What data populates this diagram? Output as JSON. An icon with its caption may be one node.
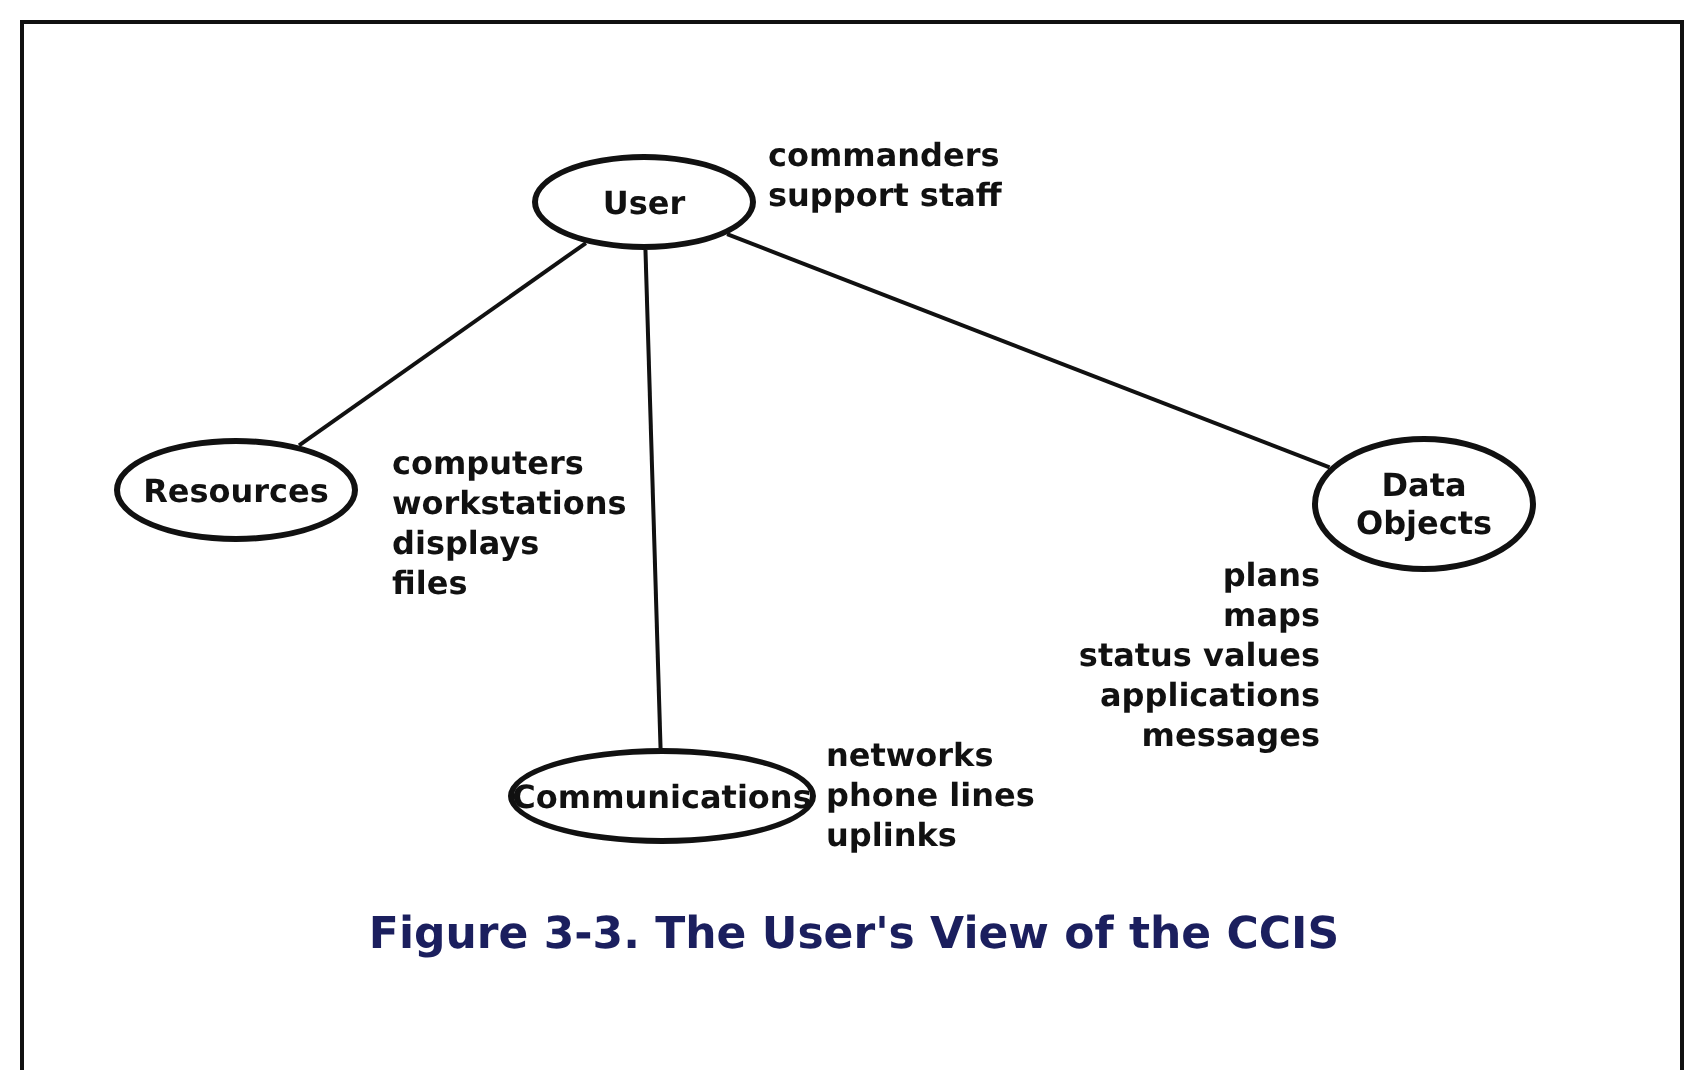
{
  "diagram": {
    "caption": "Figure 3-3. The User's View of the CCIS",
    "nodes": [
      {
        "text": [
          "User"
        ],
        "beside": [
          "commanders",
          "support staff"
        ]
      },
      {
        "text": [
          "Resources"
        ],
        "beside": [
          "computers",
          "workstations",
          "displays",
          "files"
        ]
      },
      {
        "text": [
          "Data Objects"
        ],
        "beside": [
          "plans",
          "maps",
          "status values",
          "applications",
          "messages"
        ]
      },
      {
        "text": [
          "Communications"
        ],
        "beside": [
          "networks",
          "phone lines",
          "uplinks"
        ]
      }
    ],
    "edges": [
      {
        "from": 0,
        "to": 1,
        "arrow": "none"
      },
      {
        "from": 0,
        "to": 3,
        "arrow": "none"
      },
      {
        "from": 0,
        "to": 2,
        "arrow": "none"
      }
    ]
  }
}
